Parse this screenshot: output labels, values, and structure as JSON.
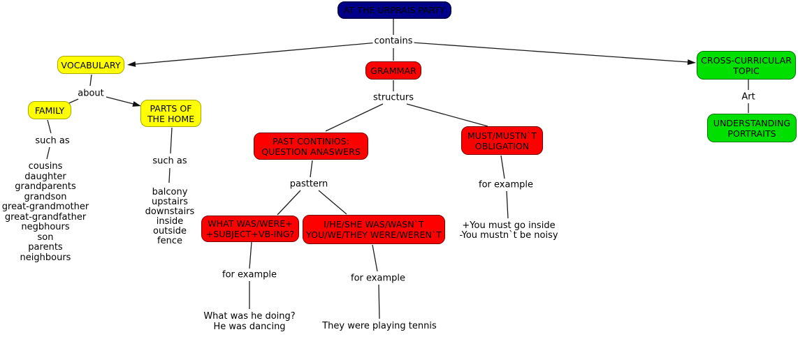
{
  "root": {
    "label": "AT THE URPRAIS PARTY"
  },
  "nodes": {
    "vocabulary": {
      "lines": [
        "VOCABULARY"
      ]
    },
    "family": {
      "lines": [
        "FAMILY"
      ]
    },
    "parts_of_home": {
      "lines": [
        "PARTS OF",
        "THE HOME"
      ]
    },
    "grammar": {
      "lines": [
        "GRAMMAR"
      ]
    },
    "past_continuous": {
      "lines": [
        "PAST CONTINIOS:",
        "QUESTION ANASWERS"
      ]
    },
    "must_obligation": {
      "lines": [
        "MUST/MUSTN`T",
        "OBLIGATION"
      ]
    },
    "what_pattern": {
      "lines": [
        "WHAT WAS/WERE+",
        "+SUBJECT+VB-ING?"
      ]
    },
    "subject_pattern": {
      "lines": [
        "I/HE/SHE WAS/WASN`T",
        "YOU/WE/THEY WERE/WEREN`T"
      ]
    },
    "cross_curricular": {
      "lines": [
        "CROSS-CURRICULAR",
        "TOPIC"
      ]
    },
    "understanding_portraits": {
      "lines": [
        "UNDERSTANDING",
        "PORTRAITS"
      ]
    }
  },
  "link_labels": {
    "contains": "contains",
    "about": "about",
    "such_as_family": "such as",
    "such_as_home": "such as",
    "structurs": "structurs",
    "pasttern": "pasttern",
    "for_example_what": "for example",
    "for_example_they": "for example",
    "for_example_must": "for example",
    "art": "Art"
  },
  "text_nodes": {
    "family_list": [
      "cousins",
      "daughter",
      "grandparents",
      "grandson",
      "great-grandmother",
      "great-grandfather",
      "negbhours",
      "son",
      "parents",
      "neighbours"
    ],
    "home_list": [
      "balcony",
      "upstairs",
      "downstairs",
      "inside",
      "outside",
      "fence"
    ],
    "example_what": [
      "What was he doing?",
      "He was dancing"
    ],
    "example_they": [
      "They were playing tennis"
    ],
    "example_must": [
      "+You must go inside",
      "-You mustn`t be noisy"
    ]
  },
  "colors": {
    "root_fill": "#00008B",
    "vocabulary_fill": "#FFFF00",
    "grammar_fill": "#FF0000",
    "topic_fill": "#00DF00",
    "line": "#1c1c1c",
    "text": "#000000",
    "background": "#ffffff"
  }
}
